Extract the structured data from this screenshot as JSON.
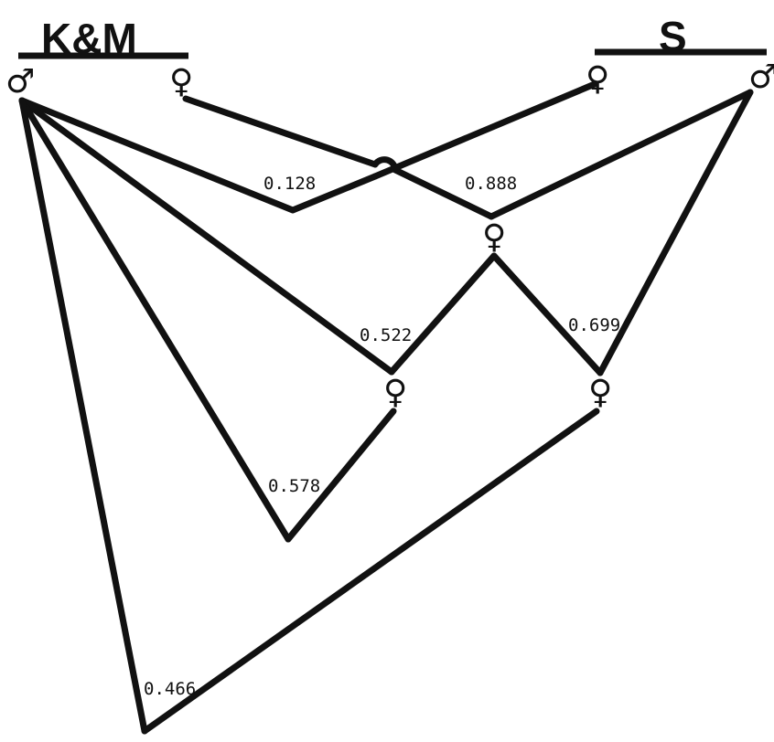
{
  "groups": {
    "left": "K&M",
    "right": "S"
  },
  "symbols": {
    "male": "♂",
    "female": "♀"
  },
  "labels": {
    "a": "0.128",
    "b": "0.888",
    "c": "0.522",
    "d": "0.699",
    "e": "0.578",
    "f": "0.466"
  },
  "colors": {
    "ink": "#111111",
    "background": "#ffffff"
  }
}
